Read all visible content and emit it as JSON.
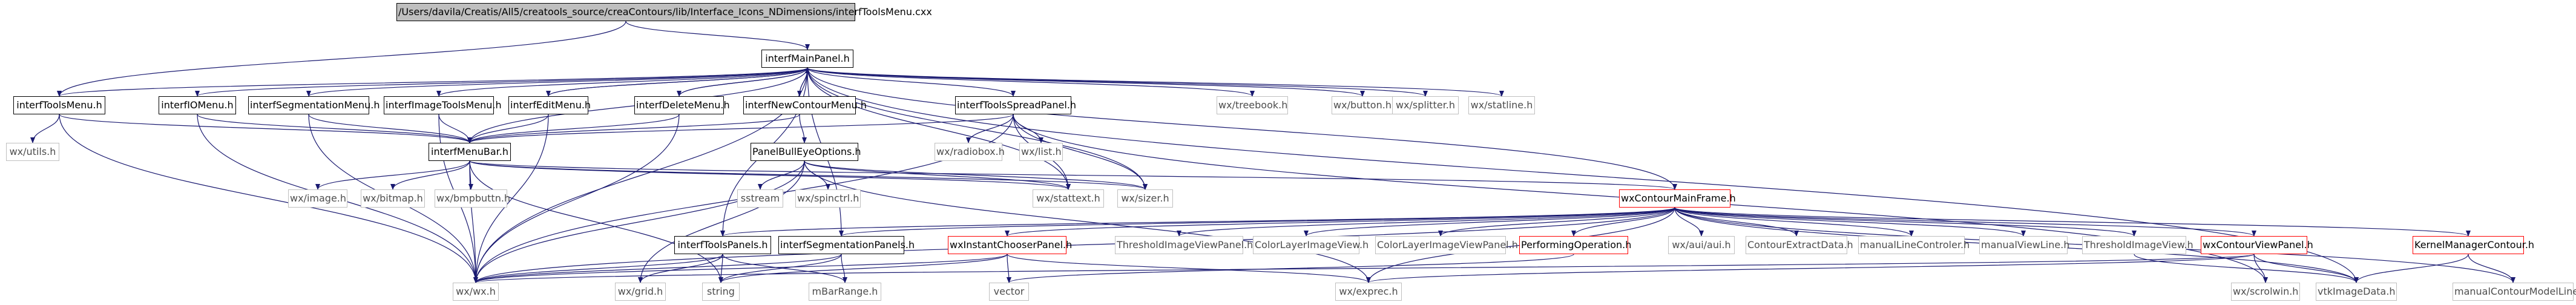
{
  "graph": {
    "title": "/Users/davila/Creatis/All5/creatools_source/creaContours/lib/Interface_Icons_NDimensions/interfToolsMenu.cxx",
    "edge_color": "#191970",
    "nodes": {
      "root": "/Users/davila/Creatis/All5/creatools_source/creaContours/lib/Interface_Icons_NDimensions/interfToolsMenu.cxx",
      "interfMainPanel": "interfMainPanel.h",
      "interfToolsMenu": "interfToolsMenu.h",
      "interfIOMenu": "interfIOMenu.h",
      "interfSegmentationMenu": "interfSegmentationMenu.h",
      "interfImageToolsMenu": "interfImageToolsMenu.h",
      "interfEditMenu": "interfEditMenu.h",
      "interfDeleteMenu": "interfDeleteMenu.h",
      "interfNewContourMenu": "interfNewContourMenu.h",
      "interfToolsSpreadPanel": "interfToolsSpreadPanel.h",
      "wxTreebook": "wx/treebook.h",
      "wxButton": "wx/button.h",
      "wxSplitter": "wx/splitter.h",
      "wxStatline": "wx/statline.h",
      "wxUtils": "wx/utils.h",
      "interfMenuBar": "interfMenuBar.h",
      "wxRadiobox": "wx/radiobox.h",
      "wxList": "wx/list.h",
      "PanelBullEyeOptions": "PanelBullEyeOptions.h",
      "wxImage": "wx/image.h",
      "wxBitmap": "wx/bitmap.h",
      "wxBmpbuttn": "wx/bmpbuttn.h",
      "sstream": "sstream",
      "wxSpinctrl": "wx/spinctrl.h",
      "wxStattext": "wx/stattext.h",
      "wxSizer": "wx/sizer.h",
      "wxContourMainFrame": "wxContourMainFrame.h",
      "interfToolsPanels": "interfToolsPanels.h",
      "interfSegmentationPanels": "interfSegmentationPanels.h",
      "wxInstantChooserPanel": "wxInstantChooserPanel.h",
      "ThresholdImageViewPanel": "ThresholdImageViewPanel.h",
      "ColorLayerImageView": "ColorLayerImageView.h",
      "ColorLayerImageViewPanel": "ColorLayerImageViewPanel.h",
      "PerformingOperation": "PerformingOperation.h",
      "wxAuiAui": "wx/aui/aui.h",
      "ContourExtractData": "ContourExtractData.h",
      "manualLineControler": "manualLineControler.h",
      "manualViewLine": "manualViewLine.h",
      "ThresholdImageView": "ThresholdImageView.h",
      "wxContourViewPanel": "wxContourViewPanel.h",
      "KernelManagerContour": "KernelManagerContour.h",
      "wxWx": "wx/wx.h",
      "wxGrid": "wx/grid.h",
      "string": "string",
      "mBarRange": "mBarRange.h",
      "vector": "vector",
      "wxExprec": "wx/exprec.h",
      "wxScrolwin": "wx/scrolwin.h",
      "vtkImageData": "vtkImageData.h",
      "manualContourModelLine": "manualContourModelLine.h"
    },
    "edges": [
      [
        "root",
        "interfMainPanel"
      ],
      [
        "root",
        "interfToolsMenu"
      ],
      [
        "interfMainPanel",
        "interfToolsMenu"
      ],
      [
        "interfMainPanel",
        "interfIOMenu"
      ],
      [
        "interfMainPanel",
        "interfSegmentationMenu"
      ],
      [
        "interfMainPanel",
        "interfImageToolsMenu"
      ],
      [
        "interfMainPanel",
        "interfEditMenu"
      ],
      [
        "interfMainPanel",
        "interfDeleteMenu"
      ],
      [
        "interfMainPanel",
        "interfNewContourMenu"
      ],
      [
        "interfMainPanel",
        "interfToolsSpreadPanel"
      ],
      [
        "interfMainPanel",
        "wxTreebook"
      ],
      [
        "interfMainPanel",
        "wxButton"
      ],
      [
        "interfMainPanel",
        "wxSplitter"
      ],
      [
        "interfMainPanel",
        "wxStatline"
      ],
      [
        "interfMainPanel",
        "interfMenuBar"
      ],
      [
        "interfMainPanel",
        "wxWx"
      ],
      [
        "interfMainPanel",
        "wxContourMainFrame"
      ],
      [
        "interfMainPanel",
        "interfToolsPanels"
      ],
      [
        "interfMainPanel",
        "interfSegmentationPanels"
      ],
      [
        "interfMainPanel",
        "vtkImageData"
      ],
      [
        "interfMainPanel",
        "wxStattext"
      ],
      [
        "interfMainPanel",
        "wxSizer"
      ],
      [
        "interfToolsMenu",
        "wxUtils"
      ],
      [
        "interfToolsMenu",
        "interfMenuBar"
      ],
      [
        "interfToolsMenu",
        "wxWx"
      ],
      [
        "interfIOMenu",
        "interfMenuBar"
      ],
      [
        "interfIOMenu",
        "wxWx"
      ],
      [
        "interfSegmentationMenu",
        "interfMenuBar"
      ],
      [
        "interfSegmentationMenu",
        "wxWx"
      ],
      [
        "interfImageToolsMenu",
        "interfMenuBar"
      ],
      [
        "interfImageToolsMenu",
        "wxWx"
      ],
      [
        "interfEditMenu",
        "interfMenuBar"
      ],
      [
        "interfEditMenu",
        "wxWx"
      ],
      [
        "interfEditMenu",
        "interfMainPanel"
      ],
      [
        "interfDeleteMenu",
        "interfMenuBar"
      ],
      [
        "interfDeleteMenu",
        "wxWx"
      ],
      [
        "interfDeleteMenu",
        "interfMainPanel"
      ],
      [
        "interfNewContourMenu",
        "interfMenuBar"
      ],
      [
        "interfNewContourMenu",
        "PanelBullEyeOptions"
      ],
      [
        "interfNewContourMenu",
        "interfMainPanel"
      ],
      [
        "interfToolsSpreadPanel",
        "wxRadiobox"
      ],
      [
        "interfToolsSpreadPanel",
        "wxList"
      ],
      [
        "interfToolsSpreadPanel",
        "wxStattext"
      ],
      [
        "interfToolsSpreadPanel",
        "wxSizer"
      ],
      [
        "interfToolsSpreadPanel",
        "interfMenuBar"
      ],
      [
        "interfToolsSpreadPanel",
        "wxWx"
      ],
      [
        "interfToolsSpreadPanel",
        "wxScrolwin"
      ],
      [
        "interfMenuBar",
        "wxImage"
      ],
      [
        "interfMenuBar",
        "wxBitmap"
      ],
      [
        "interfMenuBar",
        "wxBmpbuttn"
      ],
      [
        "interfMenuBar",
        "wxWx"
      ],
      [
        "interfMenuBar",
        "string"
      ],
      [
        "interfMenuBar",
        "wxStattext"
      ],
      [
        "interfMenuBar",
        "wxSizer"
      ],
      [
        "interfMenuBar",
        "wxContourMainFrame"
      ],
      [
        "PanelBullEyeOptions",
        "sstream"
      ],
      [
        "PanelBullEyeOptions",
        "wxSpinctrl"
      ],
      [
        "PanelBullEyeOptions",
        "wxStattext"
      ],
      [
        "PanelBullEyeOptions",
        "wxSizer"
      ],
      [
        "PanelBullEyeOptions",
        "wxWx"
      ],
      [
        "PanelBullEyeOptions",
        "wxGrid"
      ],
      [
        "PanelBullEyeOptions",
        "wxExprec"
      ],
      [
        "wxContourMainFrame",
        "interfToolsPanels"
      ],
      [
        "wxContourMainFrame",
        "interfSegmentationPanels"
      ],
      [
        "wxContourMainFrame",
        "wxInstantChooserPanel"
      ],
      [
        "wxContourMainFrame",
        "ThresholdImageViewPanel"
      ],
      [
        "wxContourMainFrame",
        "ColorLayerImageView"
      ],
      [
        "wxContourMainFrame",
        "ColorLayerImageViewPanel"
      ],
      [
        "wxContourMainFrame",
        "PerformingOperation"
      ],
      [
        "wxContourMainFrame",
        "wxAuiAui"
      ],
      [
        "wxContourMainFrame",
        "ContourExtractData"
      ],
      [
        "wxContourMainFrame",
        "manualLineControler"
      ],
      [
        "wxContourMainFrame",
        "manualViewLine"
      ],
      [
        "wxContourMainFrame",
        "ThresholdImageView"
      ],
      [
        "wxContourMainFrame",
        "wxContourViewPanel"
      ],
      [
        "wxContourMainFrame",
        "KernelManagerContour"
      ],
      [
        "wxContourMainFrame",
        "wxWx"
      ],
      [
        "wxContourMainFrame",
        "wxExprec"
      ],
      [
        "wxContourMainFrame",
        "vtkImageData"
      ],
      [
        "wxContourMainFrame",
        "manualContourModelLine"
      ],
      [
        "interfToolsPanels",
        "wxWx"
      ],
      [
        "interfToolsPanels",
        "wxGrid"
      ],
      [
        "interfToolsPanels",
        "string"
      ],
      [
        "interfToolsPanels",
        "mBarRange"
      ],
      [
        "interfSegmentationPanels",
        "wxWx"
      ],
      [
        "interfSegmentationPanels",
        "mBarRange"
      ],
      [
        "interfSegmentationPanels",
        "string"
      ],
      [
        "wxInstantChooserPanel",
        "wxWx"
      ],
      [
        "wxInstantChooserPanel",
        "string"
      ],
      [
        "wxInstantChooserPanel",
        "vector"
      ],
      [
        "wxInstantChooserPanel",
        "wxExprec"
      ],
      [
        "PerformingOperation",
        "vector"
      ],
      [
        "wxContourViewPanel",
        "wxExprec"
      ],
      [
        "wxContourViewPanel",
        "wxScrolwin"
      ],
      [
        "wxContourViewPanel",
        "vtkImageData"
      ],
      [
        "wxContourViewPanel",
        "wxWx"
      ],
      [
        "KernelManagerContour",
        "manualContourModelLine"
      ],
      [
        "KernelManagerContour",
        "vtkImageData"
      ],
      [
        "ThresholdImageView",
        "vtkImageData"
      ]
    ]
  }
}
